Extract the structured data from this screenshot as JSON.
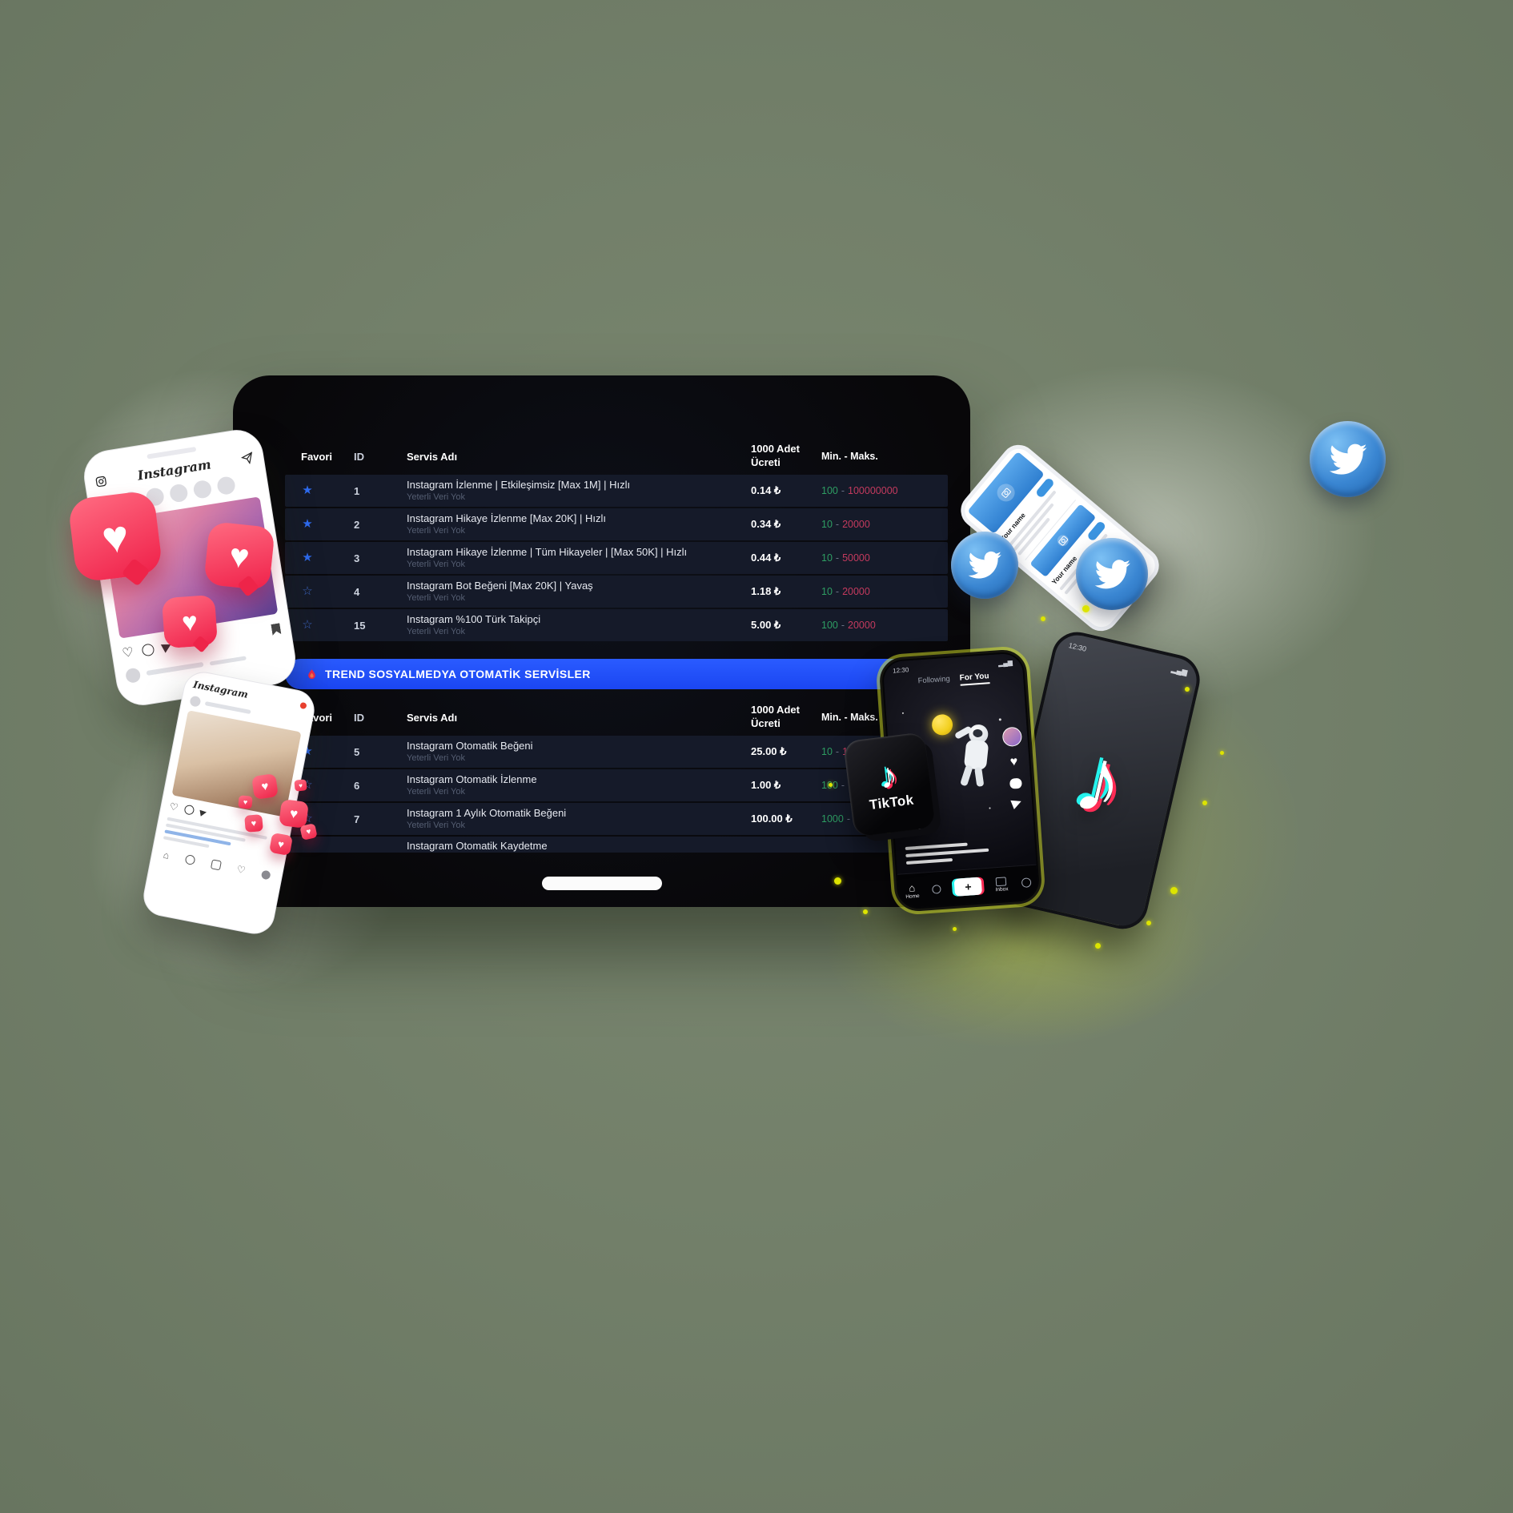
{
  "scene": {
    "bg_color": "#73806a"
  },
  "icons": {
    "star_filled": "★",
    "star_outline": "☆",
    "heart": "♥",
    "music_note": "♪",
    "home": "⌂",
    "plus": "+"
  },
  "panel": {
    "columns": {
      "favori": "Favori",
      "id": "ID",
      "service": "Servis Adı",
      "price_l1": "1000 Adet",
      "price_l2": "Ücreti",
      "minmax": "Min. - Maks."
    },
    "minmax_sep": "-",
    "banner_label": "TREND SOSYALMEDYA OTOMATİK SERVİSLER",
    "table1": {
      "rows": [
        {
          "id": "1",
          "name": "Instagram İzlenme | Etkileşimsiz [Max 1M] | Hızlı",
          "note": "Yeterli Veri Yok",
          "price": "0.14 ₺",
          "min": "100",
          "max": "100000000"
        },
        {
          "id": "2",
          "name": "Instagram Hikaye İzlenme [Max 20K] | Hızlı",
          "note": "Yeterli Veri Yok",
          "price": "0.34 ₺",
          "min": "10",
          "max": "20000"
        },
        {
          "id": "3",
          "name": "Instagram Hikaye İzlenme | Tüm Hikayeler | [Max 50K] | Hızlı",
          "note": "Yeterli Veri Yok",
          "price": "0.44 ₺",
          "min": "10",
          "max": "50000"
        },
        {
          "id": "4",
          "name": "Instagram Bot Beğeni [Max 20K] | Yavaş",
          "note": "Yeterli Veri Yok",
          "price": "1.18 ₺",
          "min": "10",
          "max": "20000"
        },
        {
          "id": "15",
          "name": "Instagram %100 Türk Takipçi",
          "note": "Yeterli Veri Yok",
          "price": "5.00 ₺",
          "min": "100",
          "max": "20000"
        }
      ]
    },
    "table2": {
      "rows": [
        {
          "id": "5",
          "name": "Instagram Otomatik Beğeni",
          "note": "Yeterli Veri Yok",
          "price": "25.00 ₺",
          "min": "10",
          "max": "100"
        },
        {
          "id": "6",
          "name": "Instagram Otomatik İzlenme",
          "note": "Yeterli Veri Yok",
          "price": "1.00 ₺",
          "min": "100",
          "max": ""
        },
        {
          "id": "7",
          "name": "Instagram 1 Aylık Otomatik Beğeni",
          "note": "Yeterli Veri Yok",
          "price": "100.00 ₺",
          "min": "1000",
          "max": ""
        }
      ],
      "partial_row_name": "Instagram Otomatik Kaydetme"
    }
  },
  "phones": {
    "instagram_top": {
      "logo": "Instagram"
    },
    "instagram_bottom": {
      "logo": "Instagram"
    },
    "twitter": {
      "name": "Your name"
    },
    "tiktok_front": {
      "time": "12:30",
      "tab_following": "Following",
      "tab_foryou": "For You",
      "nav_home": "Home",
      "nav_inbox": "Inbox"
    },
    "tiktok_back": {
      "time": "12:30"
    },
    "tiktok_cube_label": "TikTok"
  }
}
